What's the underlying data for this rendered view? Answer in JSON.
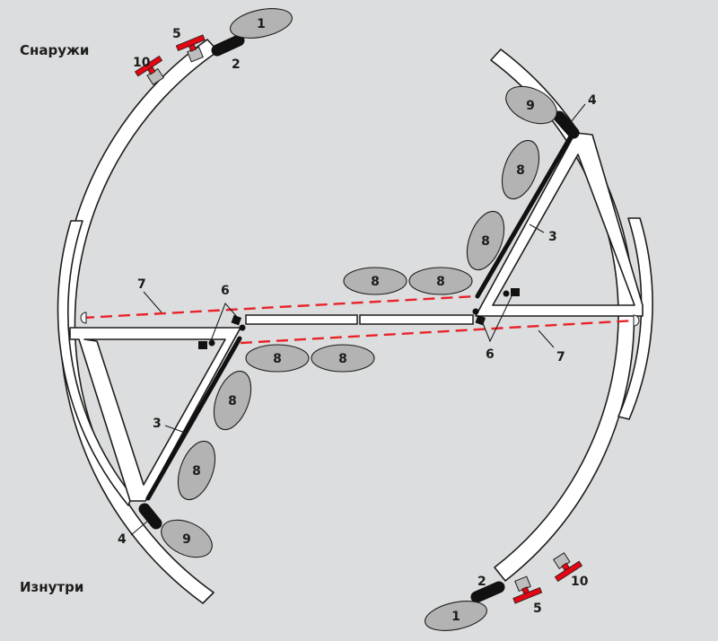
{
  "labels": {
    "outside": "Снаружи",
    "inside": "Изнутри"
  },
  "numbers": {
    "n1": "1",
    "n2": "2",
    "n3": "3",
    "n4": "4",
    "n5": "5",
    "n6": "6",
    "n7": "7",
    "n8": "8",
    "n9": "9",
    "n10": "10"
  },
  "colors": {
    "background": "#dcdddf",
    "oval_fill": "#b3b3b3",
    "red": "#e30613",
    "beam": "#e8232a"
  }
}
